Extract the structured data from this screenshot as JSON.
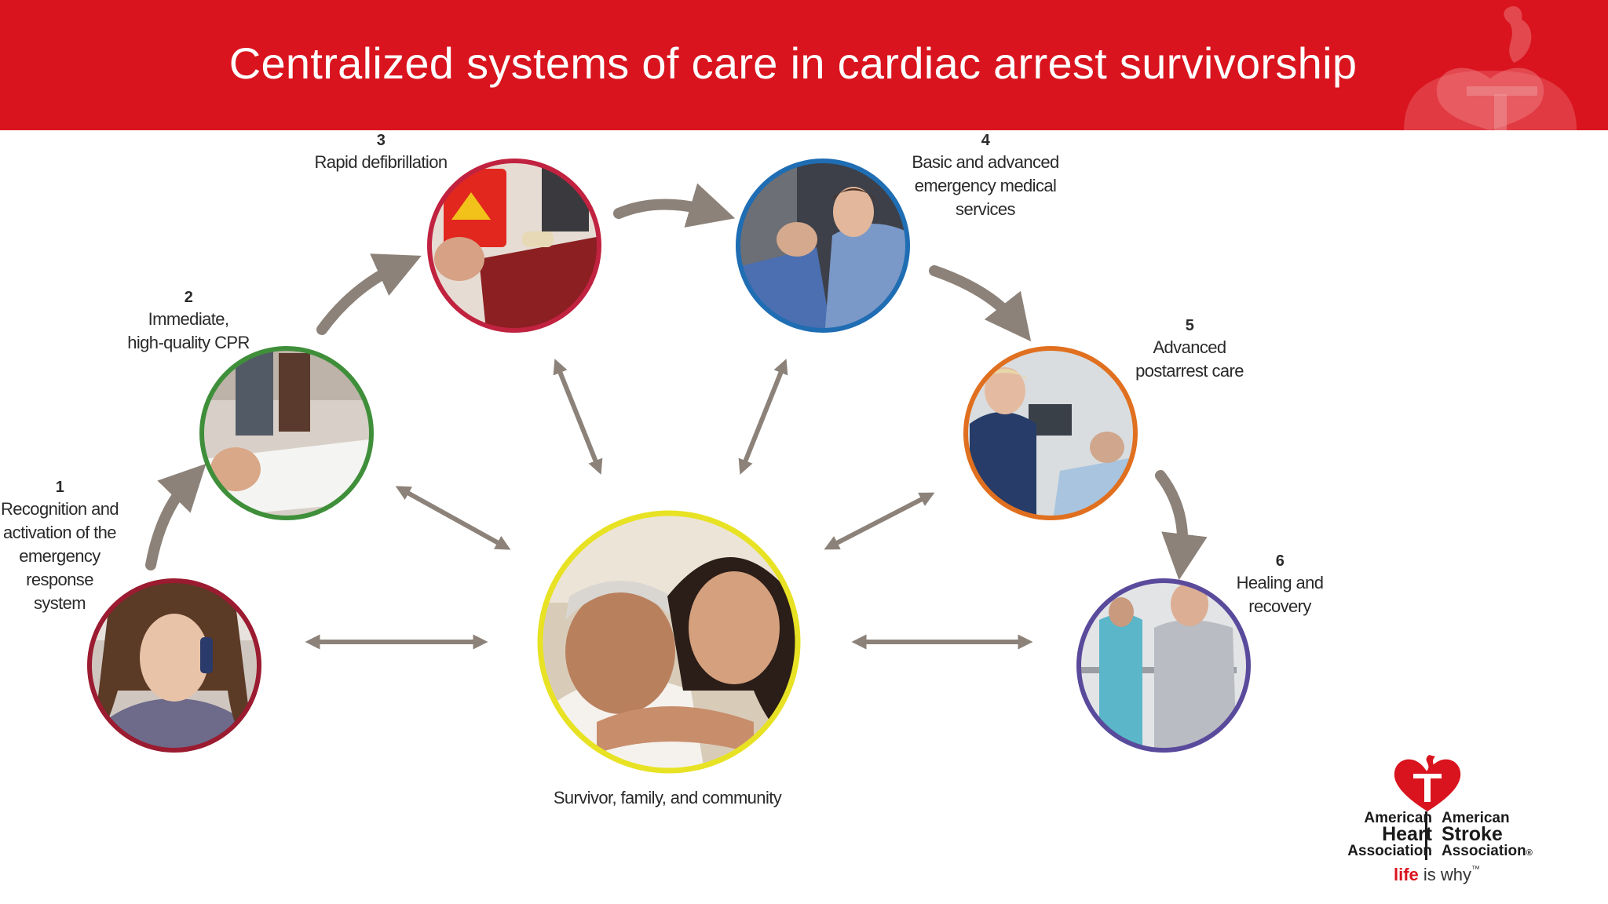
{
  "header": {
    "title": "Centralized systems of care in cardiac arrest survivorship",
    "background_color": "#d9141e"
  },
  "steps": [
    {
      "number": "1",
      "label": "Recognition and\nactivation of the\nemergency\nresponse system",
      "ring_color": "#9b1b30",
      "photo": "woman-on-phone"
    },
    {
      "number": "2",
      "label": "Immediate,\nhigh-quality CPR",
      "ring_color": "#3f8f3a",
      "photo": "chest-compressions"
    },
    {
      "number": "3",
      "label": "Rapid defibrillation",
      "ring_color": "#c0223f",
      "photo": "aed-pads"
    },
    {
      "number": "4",
      "label": "Basic and advanced\nemergency medical\nservices",
      "ring_color": "#1f6db3",
      "photo": "paramedic"
    },
    {
      "number": "5",
      "label": "Advanced\npostarrest care",
      "ring_color": "#e0701f",
      "photo": "nurse-at-bedside"
    },
    {
      "number": "6",
      "label": "Healing and\nrecovery",
      "ring_color": "#5a4a9c",
      "photo": "rehabilitation"
    }
  ],
  "center": {
    "label": "Survivor, family, and community",
    "ring_color": "#e8e224",
    "photo": "smiling-couple"
  },
  "arrow_color": "#8c8279",
  "logo": {
    "left_line1": "American",
    "left_line2": "Heart",
    "left_line3": "Association",
    "right_line1": "American",
    "right_line2": "Stroke",
    "right_line3": "Association",
    "registered_mark": "®",
    "tagline_life": "life",
    "tagline_rest": "is why",
    "tagline_mark": "™",
    "brand_color": "#d9141e"
  }
}
